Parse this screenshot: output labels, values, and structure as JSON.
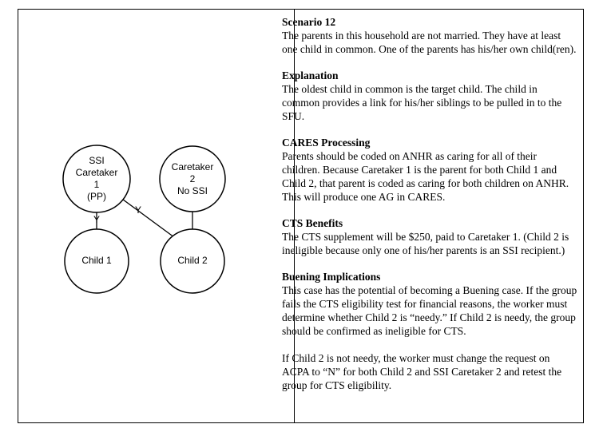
{
  "diagram": {
    "nodes": {
      "ssi_caretaker": [
        "SSI",
        "Caretaker",
        "1",
        "(PP)"
      ],
      "caretaker2": [
        "Caretaker",
        "2",
        "No SSI"
      ],
      "child1": [
        "Child 1"
      ],
      "child2": [
        "Child 2"
      ]
    },
    "edge_labels": {
      "ssi_child1": "Y",
      "ssi_child2": "Y"
    }
  },
  "sections": [
    {
      "heading": "Scenario 12",
      "paragraphs": [
        "The parents in this household are not married. They have at least one child in common. One of the parents has his/her own child(ren)."
      ]
    },
    {
      "heading": "Explanation",
      "paragraphs": [
        "The oldest child in common is the target child. The child in common provides a link for his/her siblings to be pulled in to the SFU."
      ]
    },
    {
      "heading": "CARES Processing",
      "paragraphs": [
        "Parents should be coded on ANHR as caring for all of their children. Because Caretaker 1 is the parent for both Child 1 and Child 2, that parent is coded as caring for both children on ANHR. This will produce one AG in CARES."
      ]
    },
    {
      "heading": "CTS Benefits",
      "paragraphs": [
        "The CTS supplement will be $250, paid to Caretaker 1. (Child 2 is ineligible because only one of his/her parents is an SSI recipient.)"
      ]
    },
    {
      "heading": "Buening Implications",
      "paragraphs": [
        "This case has the potential of becoming a Buening case. If the group fails the CTS eligibility test for financial reasons, the worker must determine whether Child 2 is “needy.” If Child 2 is needy, the group should be confirmed as ineligible for CTS.",
        "If Child 2 is not needy, the worker must change the request on ACPA to “N” for both Child 2 and SSI Caretaker 2 and retest the group for CTS eligibility."
      ]
    }
  ]
}
